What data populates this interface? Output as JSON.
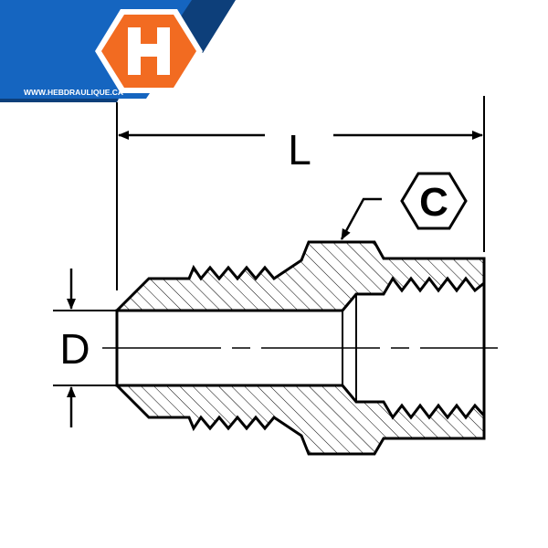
{
  "logo": {
    "letter": "H",
    "website": "WWW.HEBDRAULIQUE.CA",
    "colors": {
      "blue": "#1565c0",
      "navy": "#0d3f7a",
      "orange": "#f26b21"
    }
  },
  "drawing": {
    "dim_length_label": "L",
    "dim_diameter_label": "D",
    "hex_label": "C"
  }
}
